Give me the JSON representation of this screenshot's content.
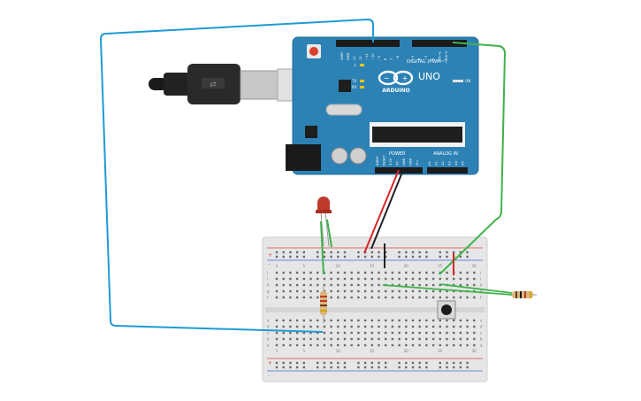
{
  "board": {
    "brand": "ARDUINO",
    "model": "UNO",
    "digital_header": "DIGITAL (PWM~)",
    "analog_header": "ANALOG IN",
    "power_header": "POWER",
    "top_pin_labels": [
      "AREF",
      "GND",
      "13",
      "12",
      "~11",
      "~10",
      "~9",
      "8",
      "7",
      "~6",
      "~5",
      "4",
      "~3",
      "2",
      "TX→1",
      "RX←0"
    ],
    "power_pin_labels": [
      "IOREF",
      "RESET",
      "3.3V",
      "5V",
      "GND",
      "GND",
      "Vin"
    ],
    "analog_pin_labels": [
      "A0",
      "A1",
      "A2",
      "A3",
      "A4",
      "A5"
    ],
    "led_labels": [
      "L",
      "TX",
      "RX"
    ],
    "on_label": "ON"
  },
  "breadboard": {
    "row_letters_top": [
      "j",
      "i",
      "h",
      "g",
      "f"
    ],
    "row_letters_bottom": [
      "e",
      "d",
      "c",
      "b",
      "a"
    ],
    "column_numbers": [
      "1",
      "5",
      "10",
      "15",
      "20",
      "25",
      "30"
    ],
    "rail_plus": "+",
    "rail_minus": "-"
  },
  "colors": {
    "board_blue": "#2d82b5",
    "wire_blue": "#1e9ad6",
    "wire_green": "#3fb34a",
    "wire_red": "#d42727",
    "wire_black": "#222222",
    "breadboard": "#e6e6e6",
    "led_red": "#c0392b"
  }
}
